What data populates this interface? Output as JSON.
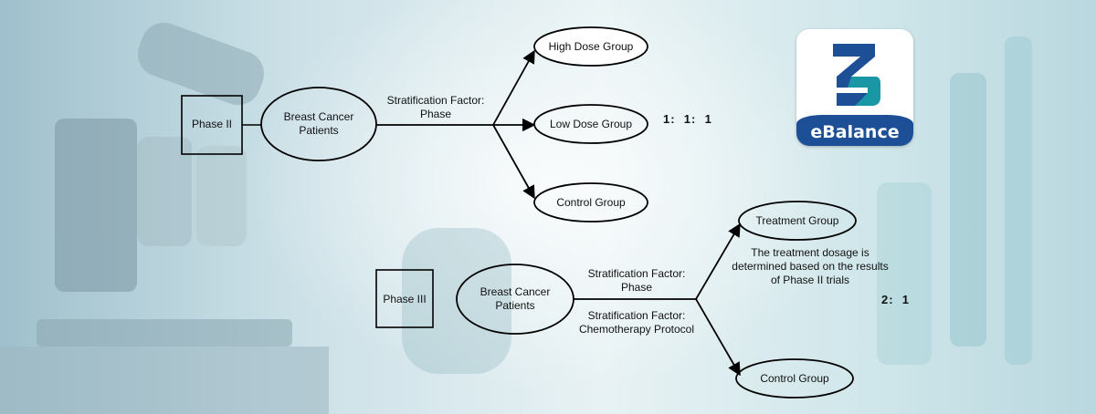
{
  "phase2": {
    "phase_label": "Phase II",
    "patients_line1": "Breast Cancer",
    "patients_line2": "Patients",
    "factor_line1": "Stratification Factor:",
    "factor_line2": "Phase",
    "groups": [
      "High Dose Group",
      "Low Dose Group",
      "Control Group"
    ],
    "ratio": "1:  1:  1"
  },
  "phase3": {
    "phase_label": "Phase III",
    "patients_line1": "Breast Cancer",
    "patients_line2": "Patients",
    "factor1_line1": "Stratification Factor:",
    "factor1_line2": "Phase",
    "factor2_line1": "Stratification Factor:",
    "factor2_line2": "Chemotherapy Protocol",
    "treatment_group": "Treatment Group",
    "control_group": "Control Group",
    "note_line1": "The treatment dosage is",
    "note_line2": "determined based on the results",
    "note_line3": "of Phase II trials",
    "ratio": "2:  1"
  },
  "logo": {
    "text": "eBalance",
    "brand_color": "#1d4f97",
    "accent_color": "#19a3a6"
  }
}
